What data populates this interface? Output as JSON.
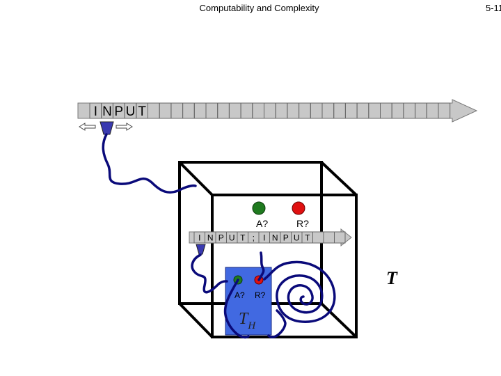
{
  "header": {
    "course_title": "Computability and Complexity",
    "slide_number": "5-11"
  },
  "outer_tape": {
    "letters": [
      "I",
      "N",
      "P",
      "U",
      "T"
    ]
  },
  "inner_tape": {
    "letters": [
      "I",
      "N",
      "P",
      "U",
      "T",
      ";",
      "I",
      "N",
      "P",
      "U",
      "T"
    ]
  },
  "machine_T": {
    "label": "T",
    "accept_label": "A?",
    "reject_label": "R?",
    "accept_color": "#1f7a1f",
    "reject_color": "#e01010"
  },
  "machine_TH": {
    "label_main": "T",
    "label_sub": "H",
    "accept_label": "A?",
    "reject_label": "R?",
    "box_color": "#4169e1"
  },
  "colors": {
    "tape_fill": "#c8c8c8",
    "head_fill": "#3a3ab0",
    "wire": "#0a0a7a"
  }
}
